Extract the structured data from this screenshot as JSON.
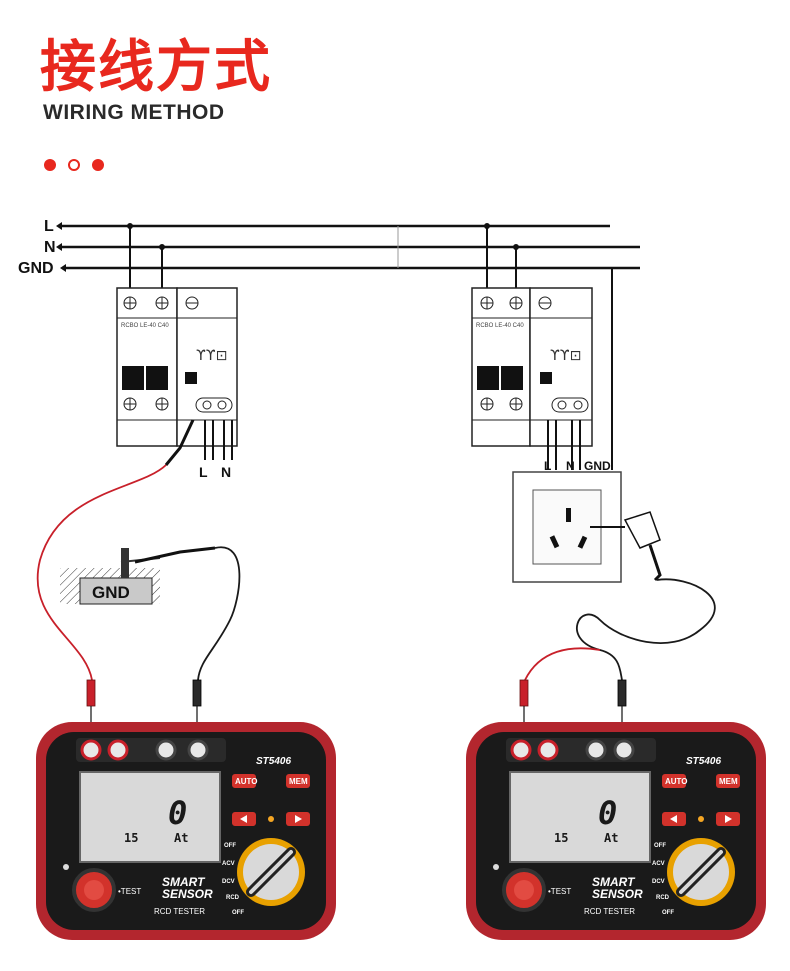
{
  "header": {
    "title_cn": "接线方式",
    "title_en": "WIRING METHOD"
  },
  "lines": {
    "l_label": "L",
    "n_label": "N",
    "gnd_label": "GND"
  },
  "left_setup": {
    "breaker_text": "RCBO LE-40 C40",
    "output_l": "L",
    "output_n": "N",
    "ground_label": "GND"
  },
  "right_setup": {
    "breaker_text": "RCBO LE-40 C40",
    "output_l": "L",
    "output_n": "N",
    "output_gnd": "GND"
  },
  "tester": {
    "model": "ST5406",
    "auto_label": "AUTO",
    "mem_label": "MEM",
    "brand_line1": "SMART",
    "brand_line2": "SENSOR",
    "subtitle": "RCD TESTER",
    "test_label": "•TEST",
    "lcd_main": "0",
    "lcd_small_left": "15",
    "lcd_small_right": "At",
    "dial_labels": [
      "OFF",
      "ACV",
      "DCV",
      "RCD",
      "OFF"
    ]
  },
  "colors": {
    "accent": "#e8281e",
    "tester_body": "#b3262e",
    "tester_face": "#1a1a1a",
    "lcd": "#d9d9d9",
    "wire_red": "#c8202a",
    "wire_black": "#1a1a1a"
  }
}
